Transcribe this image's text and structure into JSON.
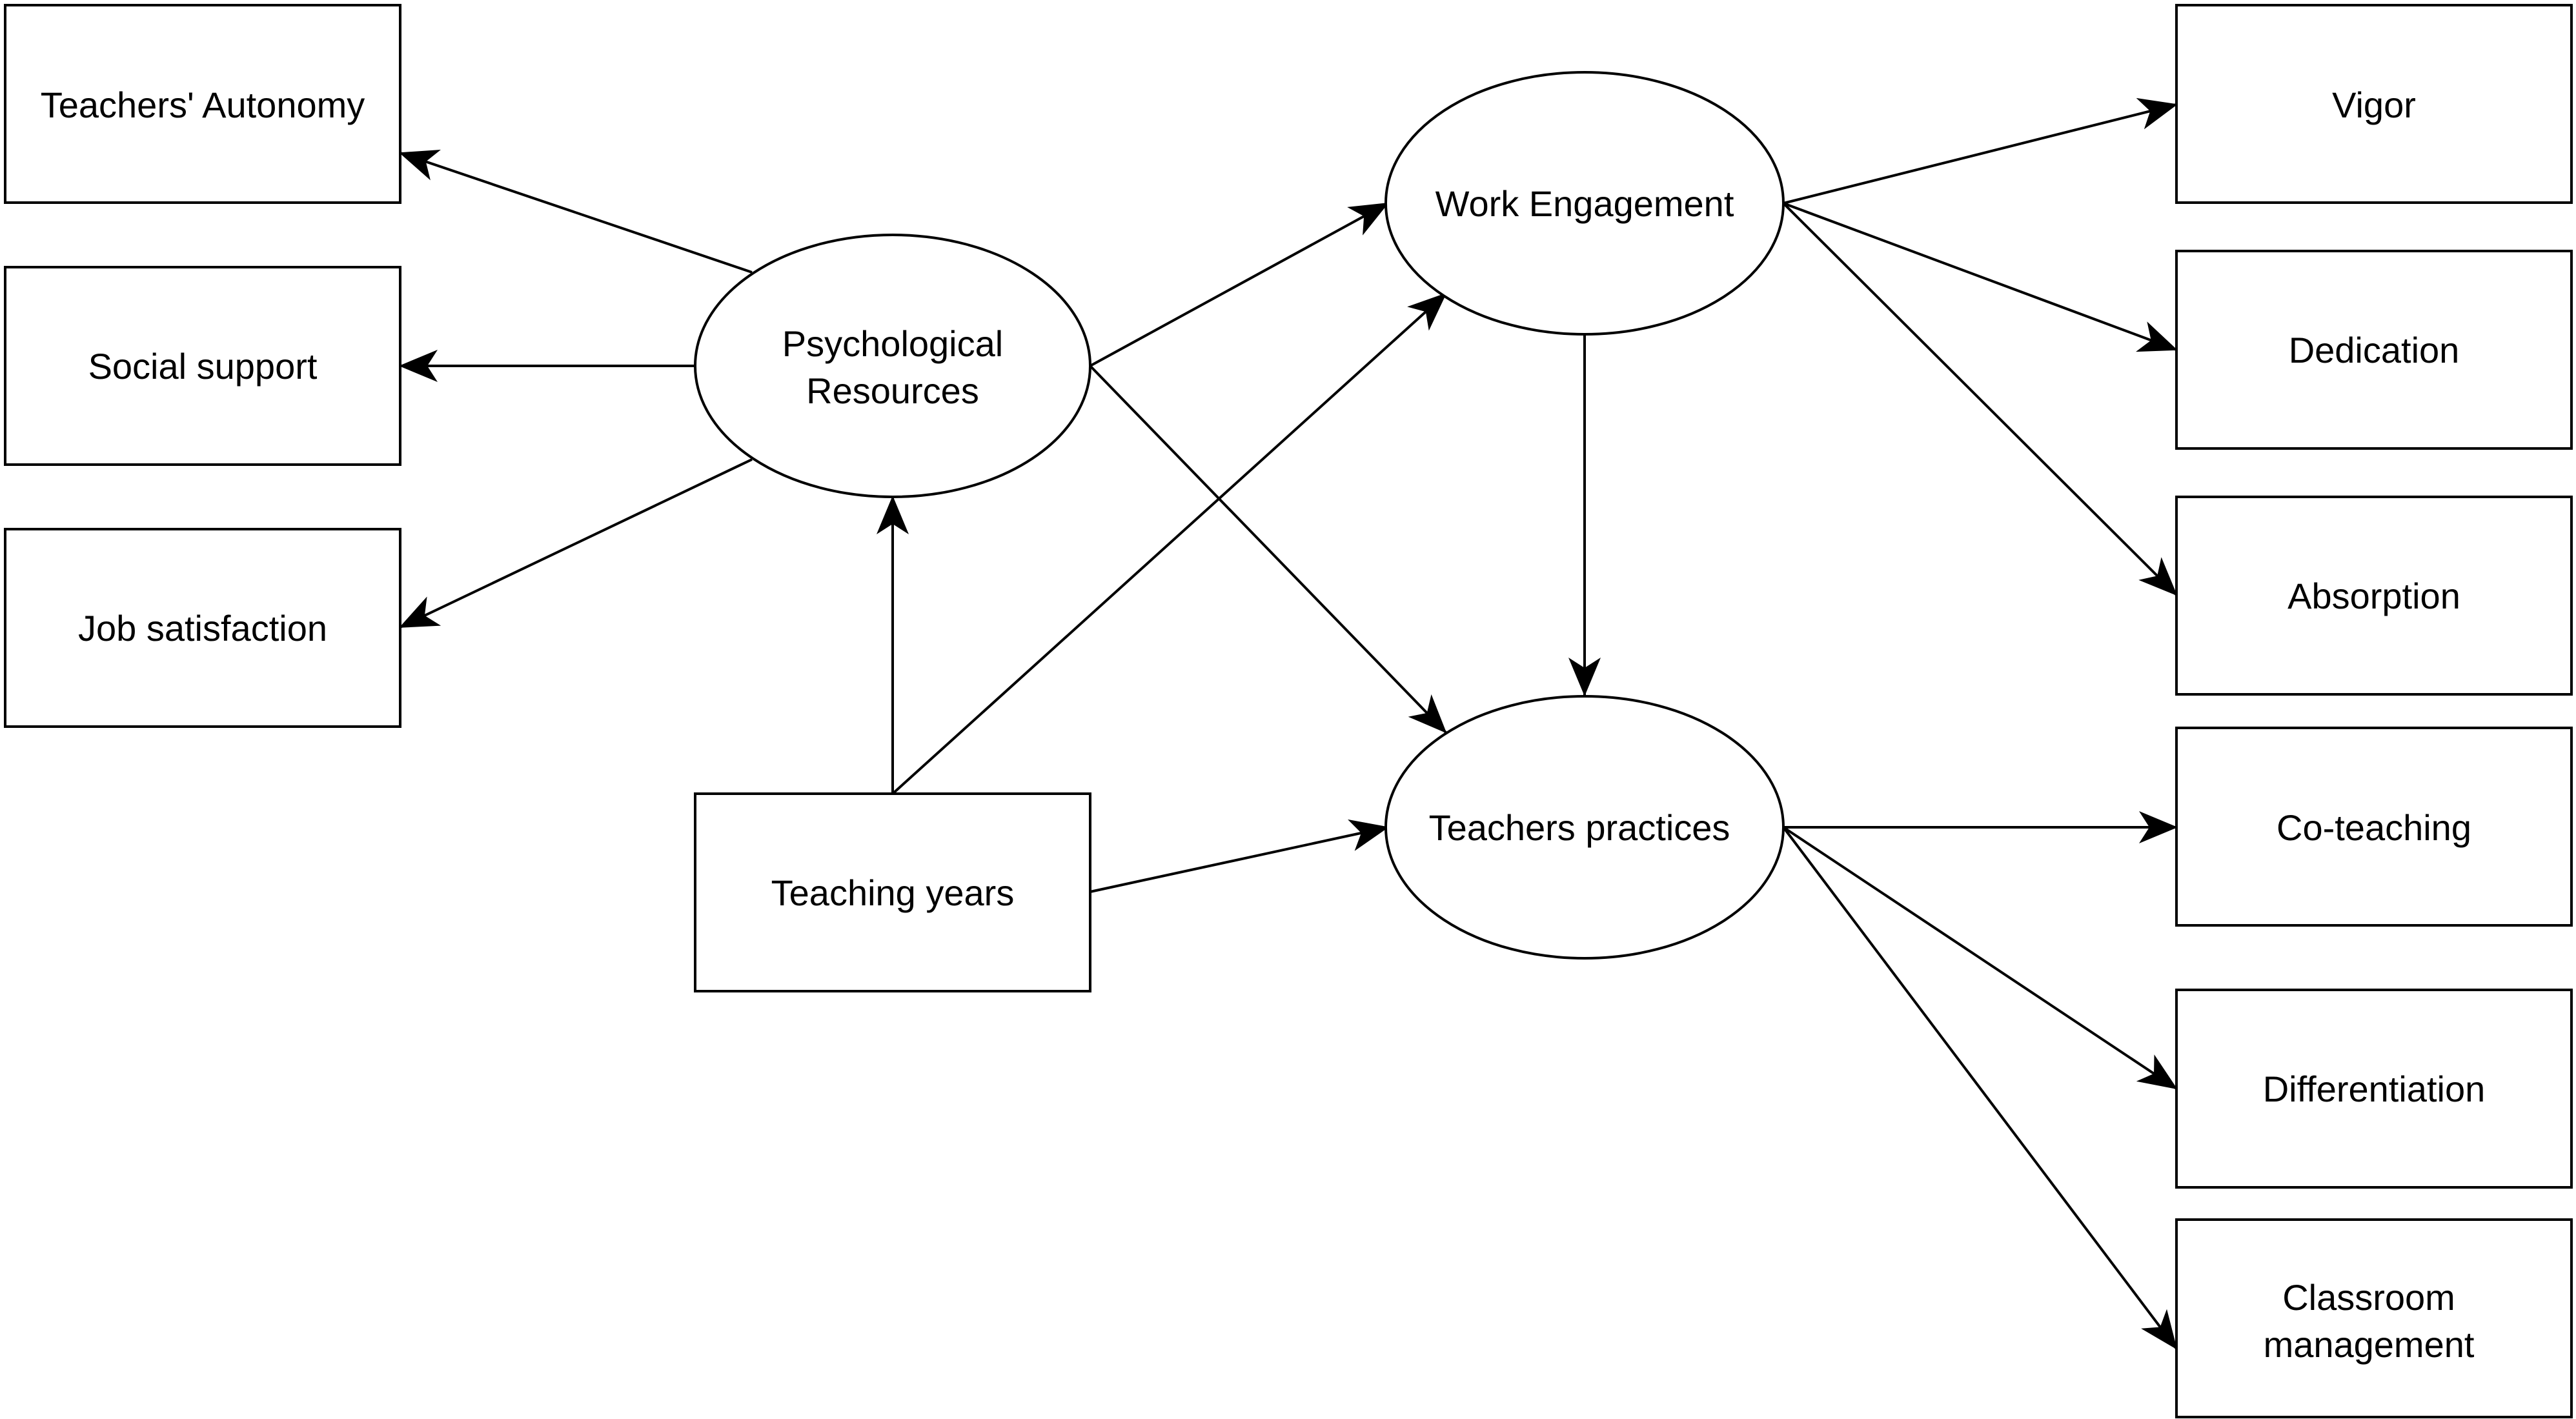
{
  "nodes": {
    "teachers_autonomy": "Teachers' Autonomy",
    "social_support": "Social support",
    "job_satisfaction": "Job satisfaction",
    "psychological_resources": [
      "Psychological",
      "Resources"
    ],
    "teaching_years": "Teaching years",
    "work_engagement": "Work Engagement",
    "teachers_practices": "Teachers practices",
    "vigor": "Vigor",
    "dedication": "Dedication",
    "absorption": "Absorption",
    "co_teaching": "Co-teaching",
    "differentiation": "Differentiation",
    "classroom_management": [
      "Classroom",
      "management"
    ]
  },
  "edges": [
    {
      "from": "Psychological Resources",
      "to": "Teachers' Autonomy"
    },
    {
      "from": "Psychological Resources",
      "to": "Social support"
    },
    {
      "from": "Psychological Resources",
      "to": "Job satisfaction"
    },
    {
      "from": "Psychological Resources",
      "to": "Work Engagement"
    },
    {
      "from": "Psychological Resources",
      "to": "Teachers practices"
    },
    {
      "from": "Teaching years",
      "to": "Psychological Resources"
    },
    {
      "from": "Teaching years",
      "to": "Work Engagement"
    },
    {
      "from": "Teaching years",
      "to": "Teachers practices"
    },
    {
      "from": "Work Engagement",
      "to": "Teachers practices"
    },
    {
      "from": "Work Engagement",
      "to": "Vigor"
    },
    {
      "from": "Work Engagement",
      "to": "Dedication"
    },
    {
      "from": "Work Engagement",
      "to": "Absorption"
    },
    {
      "from": "Teachers practices",
      "to": "Co-teaching"
    },
    {
      "from": "Teachers practices",
      "to": "Differentiation"
    },
    {
      "from": "Teachers practices",
      "to": "Classroom management"
    }
  ]
}
